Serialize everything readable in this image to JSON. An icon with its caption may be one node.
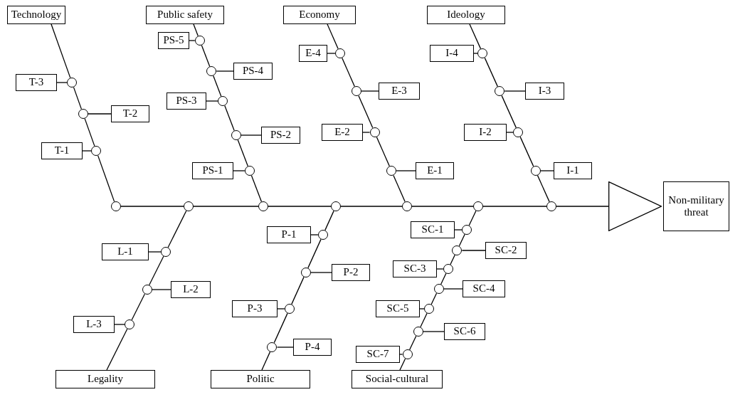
{
  "diagram": {
    "nodes": [
      {
        "text": [
          "Technology"
        ]
      },
      {
        "text": [
          "Public safety"
        ]
      },
      {
        "text": [
          "Economy"
        ]
      },
      {
        "text": [
          "Ideology"
        ]
      },
      {
        "text": [
          "T-3"
        ]
      },
      {
        "text": [
          "T-2"
        ]
      },
      {
        "text": [
          "T-1"
        ]
      },
      {
        "text": [
          "PS-5"
        ]
      },
      {
        "text": [
          "PS-4"
        ]
      },
      {
        "text": [
          "PS-3"
        ]
      },
      {
        "text": [
          "PS-2"
        ]
      },
      {
        "text": [
          "PS-1"
        ]
      },
      {
        "text": [
          "E-4"
        ]
      },
      {
        "text": [
          "E-3"
        ]
      },
      {
        "text": [
          "E-2"
        ]
      },
      {
        "text": [
          "E-1"
        ]
      },
      {
        "text": [
          "I-4"
        ]
      },
      {
        "text": [
          "I-3"
        ]
      },
      {
        "text": [
          "I-2"
        ]
      },
      {
        "text": [
          "I-1"
        ]
      },
      {
        "text": [
          "Non-military threat"
        ]
      },
      {
        "text": [
          "L-1"
        ]
      },
      {
        "text": [
          "L-2"
        ]
      },
      {
        "text": [
          "L-3"
        ]
      },
      {
        "text": [
          "P-1"
        ]
      },
      {
        "text": [
          "P-2"
        ]
      },
      {
        "text": [
          "P-3"
        ]
      },
      {
        "text": [
          "P-4"
        ]
      },
      {
        "text": [
          "SC-1"
        ]
      },
      {
        "text": [
          "SC-2"
        ]
      },
      {
        "text": [
          "SC-3"
        ]
      },
      {
        "text": [
          "SC-4"
        ]
      },
      {
        "text": [
          "SC-5"
        ]
      },
      {
        "text": [
          "SC-6"
        ]
      },
      {
        "text": [
          "SC-7"
        ]
      },
      {
        "text": [
          "Legality"
        ]
      },
      {
        "text": [
          "Politic"
        ]
      },
      {
        "text": [
          "Social-cultural"
        ]
      },
      {
        "text": [],
        "shape": "triangle"
      },
      {
        "text": [],
        "shape": "circle"
      },
      {
        "text": [],
        "shape": "circle"
      },
      {
        "text": [],
        "shape": "circle"
      },
      {
        "text": [],
        "shape": "circle"
      },
      {
        "text": [],
        "shape": "circle"
      },
      {
        "text": [],
        "shape": "circle"
      },
      {
        "text": [],
        "shape": "circle"
      },
      {
        "text": [],
        "shape": "circle"
      },
      {
        "text": [],
        "shape": "circle"
      },
      {
        "text": [],
        "shape": "circle"
      },
      {
        "text": [],
        "shape": "circle"
      },
      {
        "text": [],
        "shape": "circle"
      },
      {
        "text": [],
        "shape": "circle"
      },
      {
        "text": [],
        "shape": "circle"
      },
      {
        "text": [],
        "shape": "circle"
      },
      {
        "text": [],
        "shape": "circle"
      },
      {
        "text": [],
        "shape": "circle"
      },
      {
        "text": [],
        "shape": "circle"
      },
      {
        "text": [],
        "shape": "circle"
      },
      {
        "text": [],
        "shape": "circle"
      },
      {
        "text": [],
        "shape": "circle"
      },
      {
        "text": [],
        "shape": "circle"
      },
      {
        "text": [],
        "shape": "circle"
      },
      {
        "text": [],
        "shape": "circle"
      },
      {
        "text": [],
        "shape": "circle"
      },
      {
        "text": [],
        "shape": "circle"
      },
      {
        "text": [],
        "shape": "circle"
      },
      {
        "text": [],
        "shape": "circle"
      },
      {
        "text": [],
        "shape": "circle"
      },
      {
        "text": [],
        "shape": "circle"
      },
      {
        "text": [],
        "shape": "circle"
      },
      {
        "text": [],
        "shape": "circle"
      },
      {
        "text": [],
        "shape": "circle"
      },
      {
        "text": [],
        "shape": "circle"
      },
      {
        "text": [],
        "shape": "circle"
      },
      {
        "text": [],
        "shape": "circle"
      },
      {
        "text": [],
        "shape": "circle"
      }
    ],
    "edges": [
      {
        "from": 0,
        "to": 46,
        "arrow": "none"
      },
      {
        "from": 46,
        "to": 47,
        "arrow": "none"
      },
      {
        "from": 47,
        "to": 48,
        "arrow": "none"
      },
      {
        "from": 48,
        "to": 39,
        "arrow": "none"
      },
      {
        "from": 4,
        "to": 46,
        "arrow": "none"
      },
      {
        "from": 5,
        "to": 47,
        "arrow": "none"
      },
      {
        "from": 6,
        "to": 48,
        "arrow": "none"
      },
      {
        "from": 1,
        "to": 49,
        "arrow": "none"
      },
      {
        "from": 49,
        "to": 50,
        "arrow": "none"
      },
      {
        "from": 50,
        "to": 51,
        "arrow": "none"
      },
      {
        "from": 51,
        "to": 52,
        "arrow": "none"
      },
      {
        "from": 52,
        "to": 53,
        "arrow": "none"
      },
      {
        "from": 53,
        "to": 41,
        "arrow": "none"
      },
      {
        "from": 7,
        "to": 49,
        "arrow": "none"
      },
      {
        "from": 8,
        "to": 50,
        "arrow": "none"
      },
      {
        "from": 9,
        "to": 51,
        "arrow": "none"
      },
      {
        "from": 10,
        "to": 52,
        "arrow": "none"
      },
      {
        "from": 11,
        "to": 53,
        "arrow": "none"
      },
      {
        "from": 2,
        "to": 54,
        "arrow": "none"
      },
      {
        "from": 54,
        "to": 55,
        "arrow": "none"
      },
      {
        "from": 55,
        "to": 56,
        "arrow": "none"
      },
      {
        "from": 56,
        "to": 57,
        "arrow": "none"
      },
      {
        "from": 57,
        "to": 43,
        "arrow": "none"
      },
      {
        "from": 12,
        "to": 54,
        "arrow": "none"
      },
      {
        "from": 13,
        "to": 55,
        "arrow": "none"
      },
      {
        "from": 14,
        "to": 56,
        "arrow": "none"
      },
      {
        "from": 15,
        "to": 57,
        "arrow": "none"
      },
      {
        "from": 3,
        "to": 58,
        "arrow": "none"
      },
      {
        "from": 58,
        "to": 59,
        "arrow": "none"
      },
      {
        "from": 59,
        "to": 60,
        "arrow": "none"
      },
      {
        "from": 60,
        "to": 61,
        "arrow": "none"
      },
      {
        "from": 61,
        "to": 45,
        "arrow": "none"
      },
      {
        "from": 16,
        "to": 58,
        "arrow": "none"
      },
      {
        "from": 17,
        "to": 59,
        "arrow": "none"
      },
      {
        "from": 18,
        "to": 60,
        "arrow": "none"
      },
      {
        "from": 19,
        "to": 61,
        "arrow": "none"
      },
      {
        "from": 39,
        "to": 40,
        "arrow": "none"
      },
      {
        "from": 40,
        "to": 41,
        "arrow": "none"
      },
      {
        "from": 41,
        "to": 42,
        "arrow": "none"
      },
      {
        "from": 42,
        "to": 43,
        "arrow": "none"
      },
      {
        "from": 43,
        "to": 44,
        "arrow": "none"
      },
      {
        "from": 44,
        "to": 45,
        "arrow": "none"
      },
      {
        "from": 45,
        "to": 38,
        "arrow": "none"
      },
      {
        "from": 35,
        "to": 64,
        "arrow": "none"
      },
      {
        "from": 64,
        "to": 63,
        "arrow": "none"
      },
      {
        "from": 63,
        "to": 62,
        "arrow": "none"
      },
      {
        "from": 62,
        "to": 40,
        "arrow": "none"
      },
      {
        "from": 21,
        "to": 62,
        "arrow": "none"
      },
      {
        "from": 22,
        "to": 63,
        "arrow": "none"
      },
      {
        "from": 23,
        "to": 64,
        "arrow": "none"
      },
      {
        "from": 36,
        "to": 68,
        "arrow": "none"
      },
      {
        "from": 68,
        "to": 67,
        "arrow": "none"
      },
      {
        "from": 67,
        "to": 66,
        "arrow": "none"
      },
      {
        "from": 66,
        "to": 65,
        "arrow": "none"
      },
      {
        "from": 65,
        "to": 42,
        "arrow": "none"
      },
      {
        "from": 24,
        "to": 65,
        "arrow": "none"
      },
      {
        "from": 25,
        "to": 66,
        "arrow": "none"
      },
      {
        "from": 26,
        "to": 67,
        "arrow": "none"
      },
      {
        "from": 27,
        "to": 68,
        "arrow": "none"
      },
      {
        "from": 37,
        "to": 75,
        "arrow": "none"
      },
      {
        "from": 75,
        "to": 74,
        "arrow": "none"
      },
      {
        "from": 74,
        "to": 73,
        "arrow": "none"
      },
      {
        "from": 73,
        "to": 72,
        "arrow": "none"
      },
      {
        "from": 72,
        "to": 71,
        "arrow": "none"
      },
      {
        "from": 71,
        "to": 70,
        "arrow": "none"
      },
      {
        "from": 70,
        "to": 69,
        "arrow": "none"
      },
      {
        "from": 69,
        "to": 44,
        "arrow": "none"
      },
      {
        "from": 28,
        "to": 69,
        "arrow": "none"
      },
      {
        "from": 29,
        "to": 70,
        "arrow": "none"
      },
      {
        "from": 30,
        "to": 71,
        "arrow": "none"
      },
      {
        "from": 31,
        "to": 72,
        "arrow": "none"
      },
      {
        "from": 32,
        "to": 73,
        "arrow": "none"
      },
      {
        "from": 33,
        "to": 74,
        "arrow": "none"
      },
      {
        "from": 34,
        "to": 75,
        "arrow": "none"
      }
    ]
  }
}
